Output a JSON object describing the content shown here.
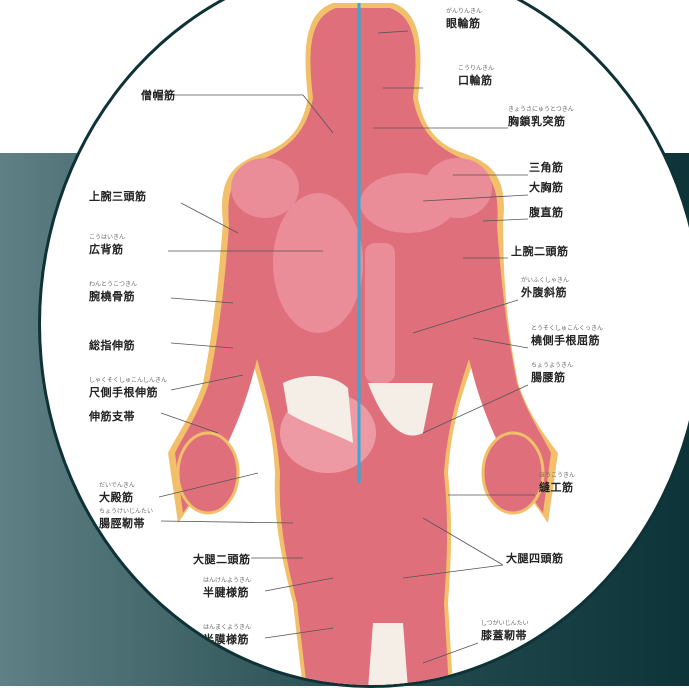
{
  "labels": {
    "right": [
      {
        "text": "眼輪筋",
        "ruby": "がんりんきん"
      },
      {
        "text": "口輪筋",
        "ruby": "こうりんきん"
      },
      {
        "text": "胸鎖乳突筋",
        "ruby": "きょうさにゅうとつきん"
      },
      {
        "text": "三角筋",
        "ruby": ""
      },
      {
        "text": "大胸筋",
        "ruby": ""
      },
      {
        "text": "腹直筋",
        "ruby": ""
      },
      {
        "text": "上腕二頭筋",
        "ruby": ""
      },
      {
        "text": "外腹斜筋",
        "ruby": "がいふくしゃきん"
      },
      {
        "text": "橈側手根屈筋",
        "ruby": "とうそくしゅこんくっきん"
      },
      {
        "text": "腸腰筋",
        "ruby": "ちょうようきん"
      },
      {
        "text": "縫工筋",
        "ruby": "ほうこうきん"
      },
      {
        "text": "大腿四頭筋",
        "ruby": ""
      },
      {
        "text": "膝蓋靭帯",
        "ruby": "しつがいじんたい"
      }
    ],
    "left": [
      {
        "text": "僧帽筋",
        "ruby": ""
      },
      {
        "text": "上腕三頭筋",
        "ruby": ""
      },
      {
        "text": "広背筋",
        "ruby": "こうはいきん"
      },
      {
        "text": "腕橈骨筋",
        "ruby": "わんとうこつきん"
      },
      {
        "text": "総指伸筋",
        "ruby": ""
      },
      {
        "text": "尺側手根伸筋",
        "ruby": "しゃくそくしゅこんしんきん"
      },
      {
        "text": "伸筋支帯",
        "ruby": ""
      },
      {
        "text": "大殿筋",
        "ruby": "だいでんきん"
      },
      {
        "text": "腸脛靭帯",
        "ruby": "ちょうけいじんたい"
      },
      {
        "text": "大腿二頭筋",
        "ruby": ""
      },
      {
        "text": "半腱様筋",
        "ruby": "はんけんようきん"
      },
      {
        "text": "半膜様筋",
        "ruby": "はんまくようきん"
      }
    ]
  },
  "colors": {
    "background_band_dark": "#0d3438",
    "background_band_light": "#5f8084",
    "muscle": "#e06f7c",
    "muscle_light": "#f1a9b1",
    "tendon": "#f5eee6",
    "fat_outline": "#e8b04a",
    "midline": "#35a9d8",
    "leader_line": "#555555"
  }
}
